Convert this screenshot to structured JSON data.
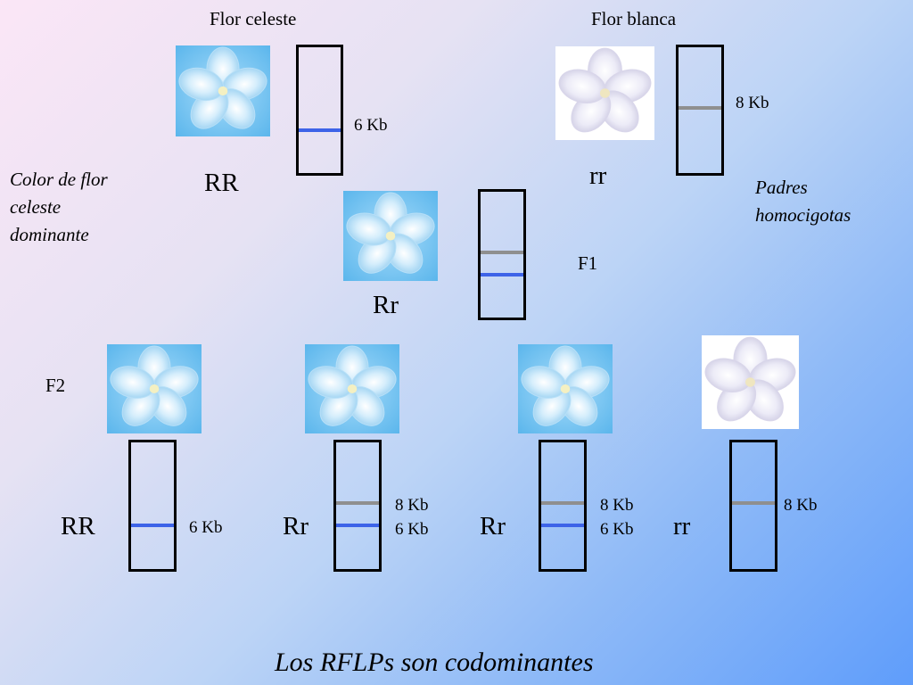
{
  "headers": {
    "parent_blue": "Flor celeste",
    "parent_white": "Flor blanca"
  },
  "parents": {
    "blue_genotype": "RR",
    "blue_band": "6 Kb",
    "white_genotype": "rr",
    "white_band": "8 Kb"
  },
  "notes": {
    "dominance": [
      "Color de flor",
      "celeste",
      "dominante"
    ],
    "homozygous": [
      "Padres",
      "homocigotas"
    ]
  },
  "f1": {
    "label": "F1",
    "genotype": "Rr"
  },
  "f2": {
    "label": "F2",
    "individuals": [
      {
        "genotype": "RR",
        "bands": [
          "6 Kb"
        ],
        "flower": "blue"
      },
      {
        "genotype": "Rr",
        "bands": [
          "8 Kb",
          "6 Kb"
        ],
        "flower": "blue"
      },
      {
        "genotype": "Rr",
        "bands": [
          "8 Kb",
          "6 Kb"
        ],
        "flower": "blue"
      },
      {
        "genotype": "rr",
        "bands": [
          "8 Kb"
        ],
        "flower": "white"
      }
    ]
  },
  "footer": {
    "title": "Los RFLPs son codominantes"
  },
  "colors": {
    "band_6kb": "#3d63e8",
    "band_8kb": "#8f8f8f",
    "flower_blue_bg": "#6fc1f0",
    "flower_white_bg": "#ffffff"
  },
  "icons": {
    "blue_flower": "flower-blue-icon",
    "white_flower": "flower-white-icon"
  }
}
